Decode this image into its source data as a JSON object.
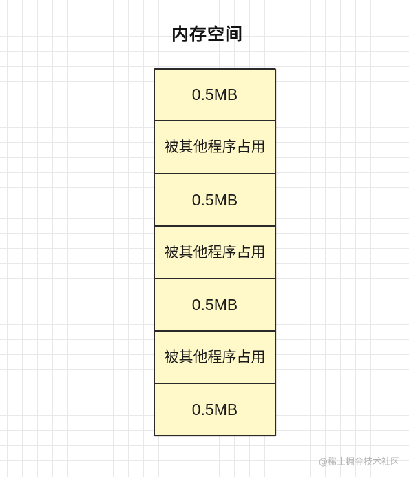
{
  "title": "内存空间",
  "blocks": [
    {
      "label": "0.5MB",
      "kind": "free"
    },
    {
      "label": "被其他程序占用",
      "kind": "occupied"
    },
    {
      "label": "0.5MB",
      "kind": "free"
    },
    {
      "label": "被其他程序占用",
      "kind": "occupied"
    },
    {
      "label": "0.5MB",
      "kind": "free"
    },
    {
      "label": "被其他程序占用",
      "kind": "occupied"
    },
    {
      "label": "0.5MB",
      "kind": "free"
    }
  ],
  "watermark": "@稀土掘金技术社区",
  "colors": {
    "block_fill": "#fff8c8",
    "block_border": "#2a2a2a",
    "grid_line": "#e8e8e8"
  }
}
